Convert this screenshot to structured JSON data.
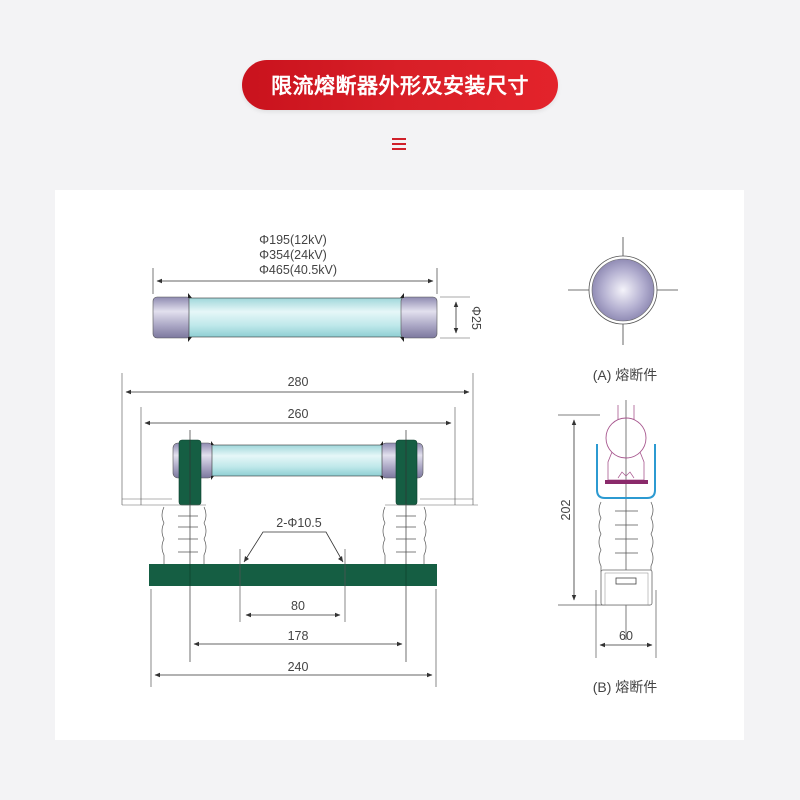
{
  "header": {
    "title": "限流熔断器外形及安装尺寸",
    "menu_icon": "hamburger-icon",
    "accent_color": "#d81f27"
  },
  "diagram": {
    "fuse_top": {
      "length_labels": [
        "Φ195(12kV)",
        "Φ354(24kV)",
        "Φ465(40.5kV)"
      ],
      "diameter_label": "Φ25"
    },
    "mount": {
      "dim_280": "280",
      "dim_260": "260",
      "hole_label": "2-Φ10.5",
      "dim_80": "80",
      "dim_178": "178",
      "dim_240": "240"
    },
    "view_a": {
      "caption": "(A) 熔断件"
    },
    "view_b": {
      "dim_202": "202",
      "dim_60": "60",
      "caption": "(B) 熔断件"
    },
    "colors": {
      "insulator_green": "#155e43",
      "glass_tube": "#bfe8ea",
      "end_cap": "#9d9ab8",
      "clip_blue": "#2c9ad1",
      "contact_purple": "#8a2a6b"
    }
  }
}
